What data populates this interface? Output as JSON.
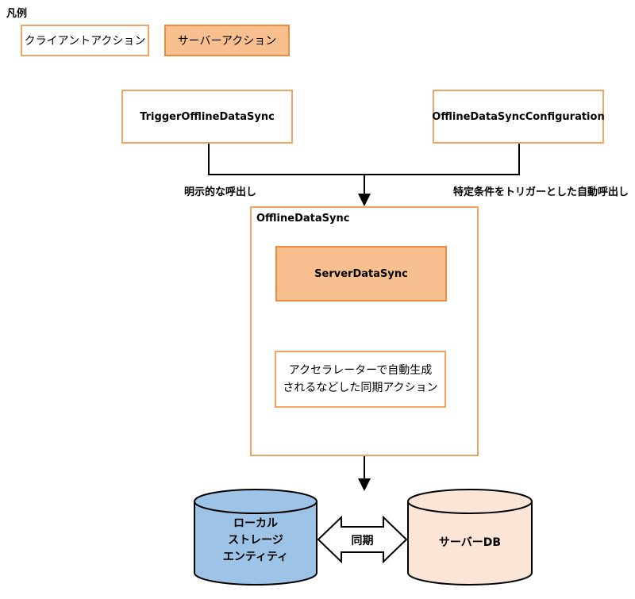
{
  "legend": {
    "title": "凡例",
    "client_action": "クライアントアクション",
    "server_action": "サーバーアクション"
  },
  "nodes": {
    "trigger": "TriggerOfflineDataSync",
    "configuration": "OfflineDataSyncConfiguration",
    "offline_data_sync": "OfflineDataSync",
    "server_data_sync": "ServerDataSync",
    "sync_action_line1": "アクセラレーターで自動生成",
    "sync_action_line2": "されるなどした同期アクション",
    "local_storage_line1": "ローカル",
    "local_storage_line2": "ストレージ",
    "local_storage_line3": "エンティティ",
    "server_db": "サーバーDB"
  },
  "edges": {
    "explicit_call": "明示的な呼出し",
    "auto_call": "特定条件をトリガーとした自動呼出し",
    "sync": "同期"
  },
  "colors": {
    "client_border": "#f4a460",
    "server_fill": "#f9c08f",
    "server_border": "#f08a3c",
    "local_db_fill": "#9dc3e6",
    "server_db_fill": "#fbe5d6"
  }
}
